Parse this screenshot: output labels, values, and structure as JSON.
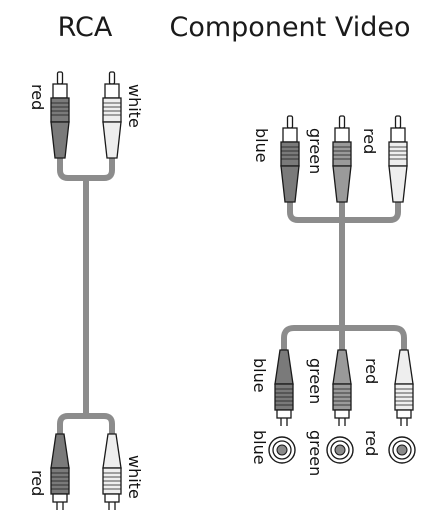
{
  "titles": {
    "rca": "RCA",
    "component": "Component Video"
  },
  "rca": {
    "top": {
      "left": "red",
      "right": "white"
    },
    "bottom": {
      "left": "red",
      "right": "white"
    }
  },
  "component": {
    "top": {
      "left": "blue",
      "middle": "green",
      "right": "red"
    },
    "bottom": {
      "left": "blue",
      "middle": "green",
      "right": "red"
    },
    "jacks": {
      "left": "blue",
      "middle": "green",
      "right": "red"
    }
  },
  "colors": {
    "cable": "#8c8c8c",
    "connector_dark": "#7a7a7a",
    "connector_light": "#eeeeee",
    "stroke": "#1a1a1a"
  }
}
